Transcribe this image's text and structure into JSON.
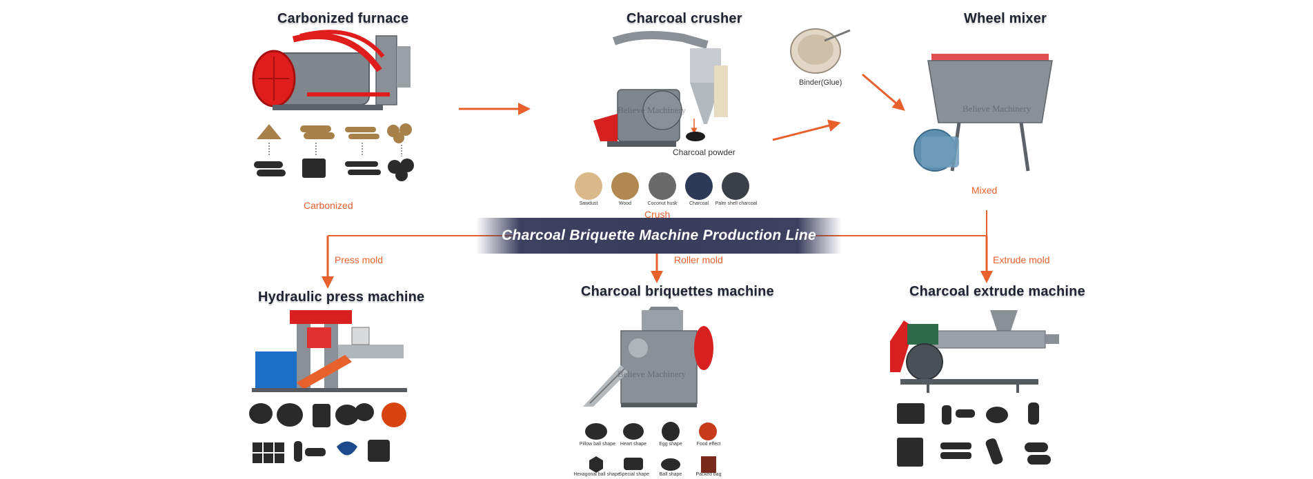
{
  "banner": {
    "title": "Charcoal Briquette Machine Production Line"
  },
  "stages": {
    "carbonized_furnace": {
      "title": "Carbonized furnace",
      "caption": "Carbonized"
    },
    "charcoal_crusher": {
      "title": "Charcoal crusher",
      "output_label": "Charcoal powder",
      "caption": "Crush",
      "materials": [
        "Sawdust",
        "Wood",
        "Coconut husk",
        "Charcoal",
        "Palm shell charcoal"
      ]
    },
    "binder": {
      "label": "Binder(Glue)"
    },
    "wheel_mixer": {
      "title": "Wheel mixer",
      "caption": "Mixed"
    }
  },
  "branches": {
    "press": {
      "label": "Press mold",
      "title": "Hydraulic press machine"
    },
    "roller": {
      "label": "Roller mold",
      "title": "Charcoal briquettes machine",
      "shapes": [
        "Pillow ball shape",
        "Heart shape",
        "Egg shape",
        "Food effect",
        "Hexagonal ball shape",
        "Special shape",
        "Ball shape",
        "Packed bag"
      ]
    },
    "extrude": {
      "label": "Extrude mold",
      "title": "Charcoal extrude machine"
    }
  },
  "watermark": {
    "brand": "Believe Machinery"
  },
  "colors": {
    "accent": "#e8602c",
    "title_text": "#1f2433",
    "banner_bg": "#3a3c5c",
    "machine_gray": "#8a9096",
    "machine_red": "#d92020",
    "press_blue": "#1b6fc9"
  }
}
